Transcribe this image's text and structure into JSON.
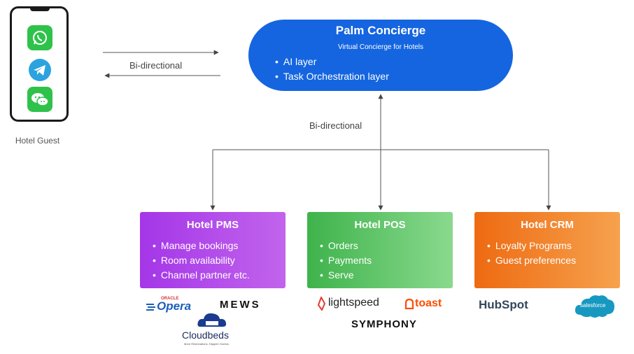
{
  "guest": {
    "label": "Hotel Guest",
    "apps": [
      "whatsapp-icon",
      "telegram-icon",
      "wechat-icon"
    ]
  },
  "top_link": {
    "label": "Bi-directional"
  },
  "vertical_link": {
    "label": "Bi-directional"
  },
  "concierge": {
    "title": "Palm Concierge",
    "subtitle": "Virtual Concierge for Hotels",
    "items": [
      "AI layer",
      "Task Orchestration layer"
    ],
    "color": "#1565e0"
  },
  "systems": [
    {
      "title": "Hotel PMS",
      "items": [
        "Manage bookings",
        "Room availability",
        "Channel partner etc."
      ],
      "color": "#a436e8"
    },
    {
      "title": "Hotel POS",
      "items": [
        "Orders",
        "Payments",
        "Serve"
      ],
      "color": "#3eb34b"
    },
    {
      "title": "Hotel CRM",
      "items": [
        "Loyalty Programs",
        "Guest preferences"
      ],
      "color": "#ee6a11"
    }
  ],
  "logos": {
    "oracle_small": "ORACLE",
    "opera": "Opera",
    "mews": "MEWS",
    "cloudbeds": "Cloudbeds",
    "cloudbeds_tagline": "More Reservations. Happier Guests.",
    "lightspeed": "lightspeed",
    "toast": "toast",
    "symphony": "SYMPHONY",
    "hubspot": "HubSpot",
    "salesforce": "salesforce"
  }
}
